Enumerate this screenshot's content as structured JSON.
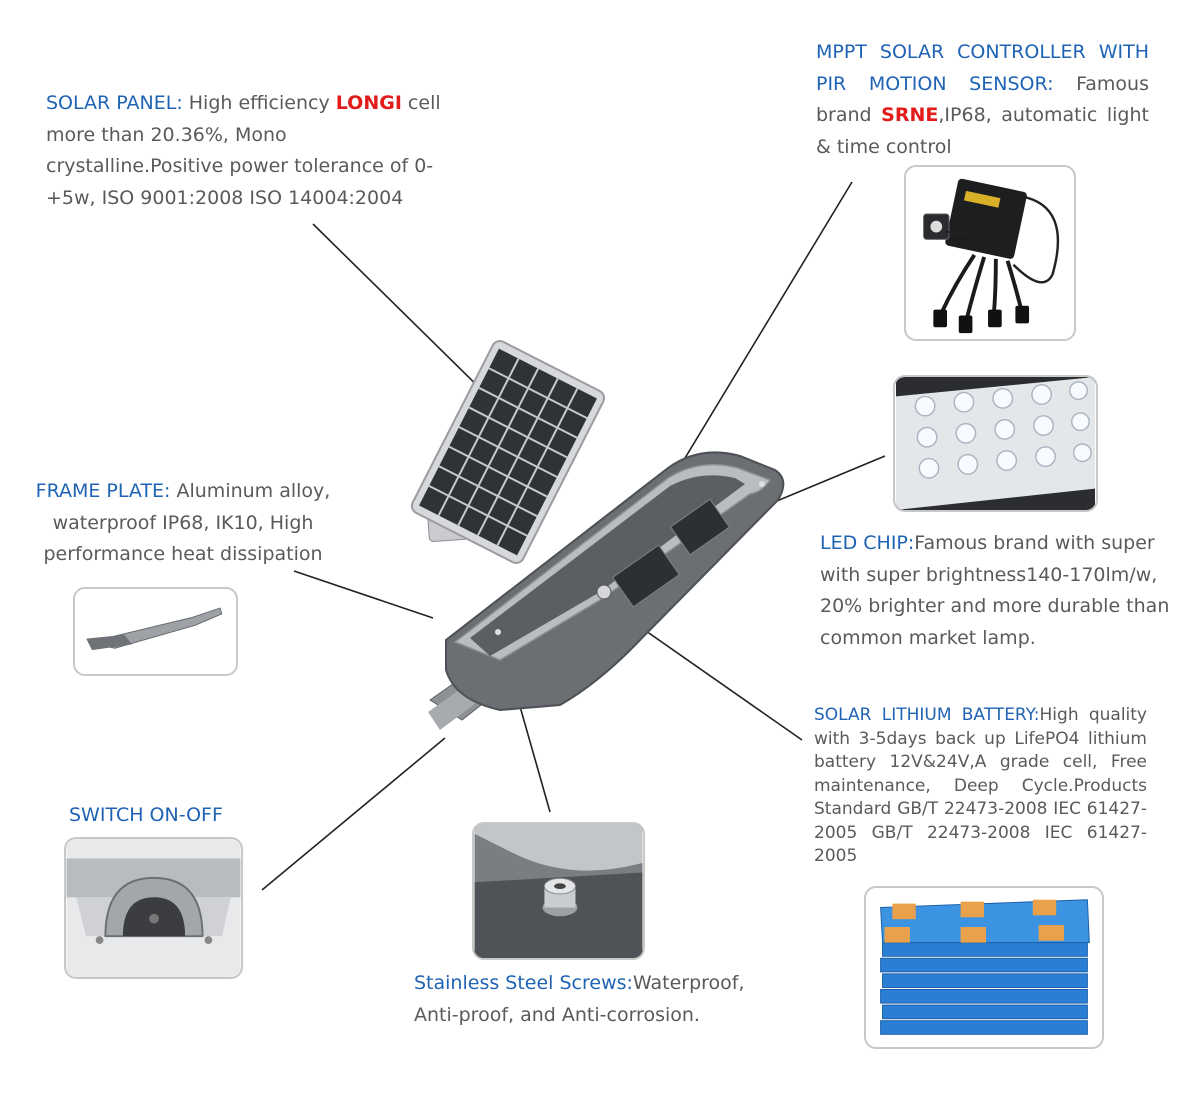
{
  "solar_panel": {
    "heading": "SOLAR PANEL:",
    "text_a": " High efficiency ",
    "brand": "LONGI",
    "text_b": " cell more than 20.36%, Mono crystalline.Positive power tolerance of 0- +5w, ISO 9001:2008 ISO 14004:2004"
  },
  "controller": {
    "heading": "MPPT SOLAR CONTROLLER WITH PIR MOTION SENSOR:",
    "text_a": " Famous brand ",
    "brand": "SRNE",
    "text_b": ",IP68, automatic light & time control"
  },
  "frame_plate": {
    "heading": "FRAME PLATE:",
    "text": " Aluminum alloy, waterproof IP68, IK10, High performance heat dissipation"
  },
  "led_chip": {
    "heading": "LED CHIP:",
    "text": "Famous brand with super with super brightness140-170lm/w, 20% brighter and more durable than common market lamp."
  },
  "battery": {
    "heading": "SOLAR LITHIUM BATTERY:",
    "text": "High quality with 3-5days back up LifePO4 lithium battery 12V&24V,A grade cell, Free maintenance, Deep Cycle.Products Standard GB/T 22473-2008 IEC 61427-2005 GB/T 22473-2008 IEC 61427-2005"
  },
  "switch": {
    "heading": "SWITCH ON-OFF"
  },
  "screws": {
    "heading": "Stainless Steel Screws:",
    "text": "Waterproof, Anti-proof, and Anti-corrosion."
  },
  "colors": {
    "heading_blue": "#1f63b4",
    "brand_red": "#e21b1b",
    "body_gray": "#5a5a5a",
    "lamp_gray": "#6b6e73"
  }
}
